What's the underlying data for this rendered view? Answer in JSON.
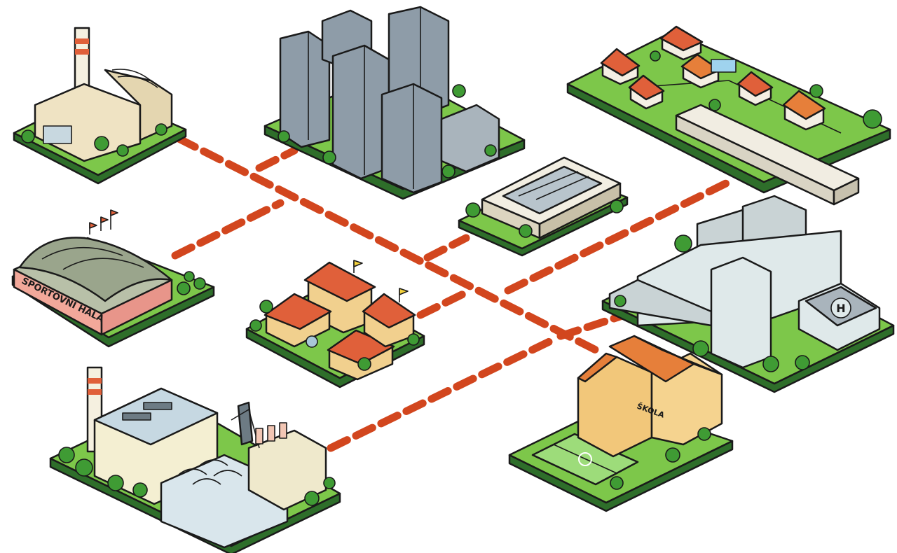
{
  "labels": {
    "sports_hall": "SPORTOVNÍ HALA",
    "school": "ŠKOLA",
    "heliport": "H"
  },
  "colors": {
    "connector": "#d2461e",
    "grass": "#7dc74a",
    "base_side": "#2e6e2a",
    "tree": "#3f9b34",
    "roof_red": "#e0603a",
    "glass": "#8e9ca8",
    "hall_pink": "#f2a89a",
    "hall_roof": "#9aa58c",
    "cream": "#efe3c3",
    "school_wall": "#f2c77a",
    "hospital_wall": "#dfe9ea",
    "field": "#9ddc7a"
  },
  "icons": {
    "helipad": "helipad-icon",
    "flags": "flag-icon",
    "chimney": "chimney-icon"
  }
}
